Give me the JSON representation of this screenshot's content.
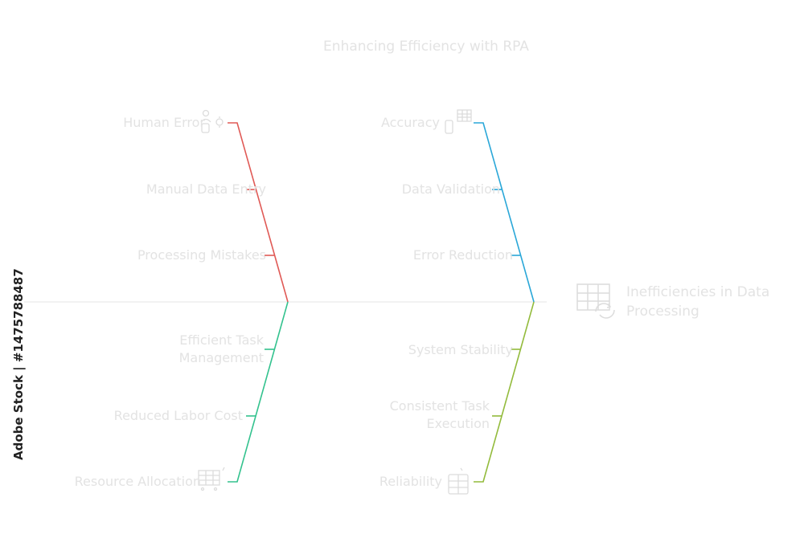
{
  "title": "Enhancing Efficiency with RPA",
  "effect": "Inefficiencies in Data\nProcessing",
  "colors": {
    "spine": "#eeeeee",
    "human_error": "#e05a56",
    "accuracy": "#2aa7d8",
    "resource_allocation": "#33c28e",
    "reliability": "#93bb3c",
    "label": "#e3e3e3",
    "icon": "#dcdcdc"
  },
  "categories": {
    "top_left": {
      "label": "Human Error",
      "icon": "user-gear-icon",
      "causes": [
        "Manual Data Entry",
        "Processing Mistakes"
      ]
    },
    "top_right": {
      "label": "Accuracy",
      "icon": "phone-grid-icon",
      "causes": [
        "Data Validation",
        "Error Reduction"
      ]
    },
    "bottom_left": {
      "label": "Resource Allocation",
      "icon": "grid-cart-icon",
      "causes": [
        "Efficient Task\nManagement",
        "Reduced Labor Cost"
      ]
    },
    "bottom_right": {
      "label": "Reliability",
      "icon": "database-grid-icon",
      "causes": [
        "System Stability",
        "Consistent Task\nExecution"
      ]
    }
  },
  "effect_icon": "table-refresh-icon",
  "credit": "Adobe Stock | #1475788487"
}
